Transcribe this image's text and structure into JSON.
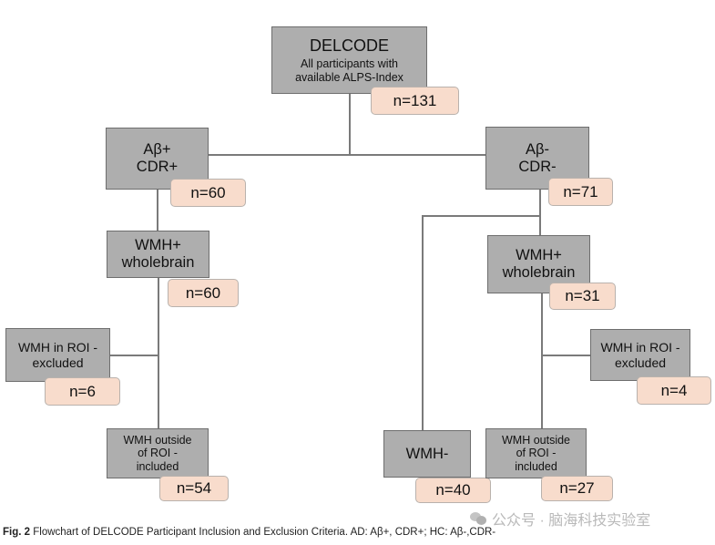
{
  "nodes": {
    "root": {
      "lines": [
        "DELCODE",
        "All participants with",
        "available ALPS-Index"
      ],
      "count": "n=131"
    },
    "ab_pos": {
      "lines": [
        "Aβ+",
        "CDR+"
      ],
      "count": "n=60"
    },
    "ab_neg": {
      "lines": [
        "Aβ-",
        "CDR-"
      ],
      "count": "n=71"
    },
    "left_wmh_pos": {
      "lines": [
        "WMH+",
        "wholebrain"
      ],
      "count": "n=60"
    },
    "right_wmh_pos": {
      "lines": [
        "WMH+",
        "wholebrain"
      ],
      "count": "n=31"
    },
    "left_roi_excluded": {
      "lines": [
        "WMH in ROI -",
        "excluded"
      ],
      "count": "n=6"
    },
    "right_roi_excluded": {
      "lines": [
        "WMH in ROI -",
        "excluded"
      ],
      "count": "n=4"
    },
    "left_outside_included": {
      "lines": [
        "WMH outside",
        "of ROI -",
        "included"
      ],
      "count": "n=54"
    },
    "right_outside_included": {
      "lines": [
        "WMH outside",
        "of ROI -",
        "included"
      ],
      "count": "n=27"
    },
    "wmh_neg": {
      "lines": [
        "WMH-"
      ],
      "count": "n=40"
    }
  },
  "caption": {
    "label": "Fig. 2",
    "text": "Flowchart of DELCODE Participant Inclusion and Exclusion Criteria. AD: Aβ+, CDR+; HC: Aβ-,CDR-"
  },
  "watermark": {
    "text": "公众号 · 脑海科技实验室",
    "icon": "wechat-icon"
  },
  "colors": {
    "box_fill": "#aeaeae",
    "box_border": "#6e6e6e",
    "count_fill": "#f8dccc",
    "connector": "#7a7a7a"
  }
}
